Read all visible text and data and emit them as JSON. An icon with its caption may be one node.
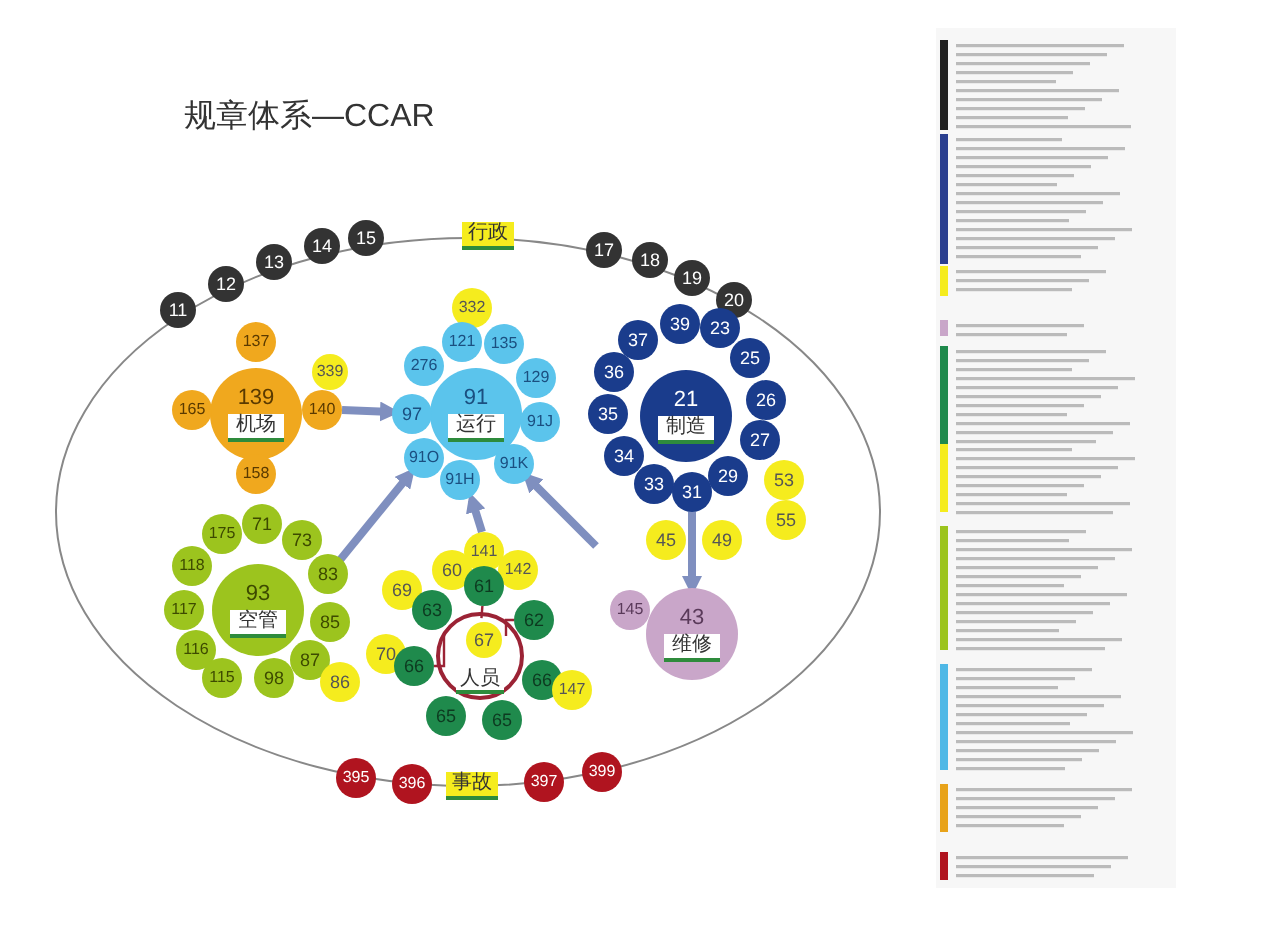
{
  "diagram": {
    "title": "规章体系—CCAR",
    "nodes": [
      {
        "text": [
          "行政"
        ]
      },
      {
        "text": [
          "11"
        ]
      },
      {
        "text": [
          "12"
        ]
      },
      {
        "text": [
          "13"
        ]
      },
      {
        "text": [
          "14"
        ]
      },
      {
        "text": [
          "15"
        ]
      },
      {
        "text": [
          "17"
        ]
      },
      {
        "text": [
          "18"
        ]
      },
      {
        "text": [
          "19"
        ]
      },
      {
        "text": [
          "20"
        ]
      },
      {
        "text": [
          "139",
          "机场"
        ]
      },
      {
        "text": [
          "137"
        ]
      },
      {
        "text": [
          "165"
        ]
      },
      {
        "text": [
          "140"
        ]
      },
      {
        "text": [
          "339"
        ]
      },
      {
        "text": [
          "158"
        ]
      },
      {
        "text": [
          "91",
          "运行"
        ]
      },
      {
        "text": [
          "332"
        ]
      },
      {
        "text": [
          "121"
        ]
      },
      {
        "text": [
          "135"
        ]
      },
      {
        "text": [
          "276"
        ]
      },
      {
        "text": [
          "129"
        ]
      },
      {
        "text": [
          "97"
        ]
      },
      {
        "text": [
          "91J"
        ]
      },
      {
        "text": [
          "91O"
        ]
      },
      {
        "text": [
          "91H"
        ]
      },
      {
        "text": [
          "91K"
        ]
      },
      {
        "text": [
          "21",
          "制造"
        ]
      },
      {
        "text": [
          "39"
        ]
      },
      {
        "text": [
          "23"
        ]
      },
      {
        "text": [
          "37"
        ]
      },
      {
        "text": [
          "25"
        ]
      },
      {
        "text": [
          "36"
        ]
      },
      {
        "text": [
          "26"
        ]
      },
      {
        "text": [
          "35"
        ]
      },
      {
        "text": [
          "27"
        ]
      },
      {
        "text": [
          "34"
        ]
      },
      {
        "text": [
          "29"
        ]
      },
      {
        "text": [
          "33"
        ]
      },
      {
        "text": [
          "31"
        ]
      },
      {
        "text": [
          "53"
        ]
      },
      {
        "text": [
          "55"
        ]
      },
      {
        "text": [
          "45"
        ]
      },
      {
        "text": [
          "49"
        ]
      },
      {
        "text": [
          "93",
          "空管"
        ]
      },
      {
        "text": [
          "71"
        ]
      },
      {
        "text": [
          "175"
        ]
      },
      {
        "text": [
          "73"
        ]
      },
      {
        "text": [
          "118"
        ]
      },
      {
        "text": [
          "83"
        ]
      },
      {
        "text": [
          "117"
        ]
      },
      {
        "text": [
          "85"
        ]
      },
      {
        "text": [
          "116"
        ]
      },
      {
        "text": [
          "87"
        ]
      },
      {
        "text": [
          "115"
        ]
      },
      {
        "text": [
          "98"
        ]
      },
      {
        "text": [
          "86"
        ]
      },
      {
        "text": [
          "人员"
        ]
      },
      {
        "text": [
          "67"
        ],
        "in": 57
      },
      {
        "text": [
          "141"
        ]
      },
      {
        "text": [
          "60"
        ]
      },
      {
        "text": [
          "142"
        ]
      },
      {
        "text": [
          "69"
        ]
      },
      {
        "text": [
          "61"
        ]
      },
      {
        "text": [
          "63"
        ]
      },
      {
        "text": [
          "62"
        ]
      },
      {
        "text": [
          "70"
        ]
      },
      {
        "text": [
          "66"
        ]
      },
      {
        "text": [
          "66"
        ]
      },
      {
        "text": [
          "147"
        ]
      },
      {
        "text": [
          "65"
        ]
      },
      {
        "text": [
          "65"
        ]
      },
      {
        "text": [
          "43",
          "维修"
        ]
      },
      {
        "text": [
          "145"
        ]
      },
      {
        "text": [
          "395"
        ]
      },
      {
        "text": [
          "396"
        ]
      },
      {
        "text": [
          "事故"
        ]
      },
      {
        "text": [
          "397"
        ]
      },
      {
        "text": [
          "399"
        ]
      }
    ],
    "edges": [
      {
        "from": 13,
        "to": 22,
        "arrow": "to"
      },
      {
        "from": 49,
        "to": 24,
        "arrow": "to"
      },
      {
        "from": 59,
        "to": 25,
        "arrow": "to"
      },
      {
        "from": null,
        "to": 26,
        "arrow": "to"
      },
      {
        "from": 39,
        "to": 72,
        "arrow": "to"
      },
      {
        "from": 63,
        "to": 58,
        "arrow": "none",
        "color": "#9b2335"
      },
      {
        "from": 65,
        "to": 58,
        "arrow": "none",
        "color": "#9b2335"
      },
      {
        "from": 67,
        "to": 58,
        "arrow": "none",
        "color": "#9b2335"
      }
    ]
  }
}
